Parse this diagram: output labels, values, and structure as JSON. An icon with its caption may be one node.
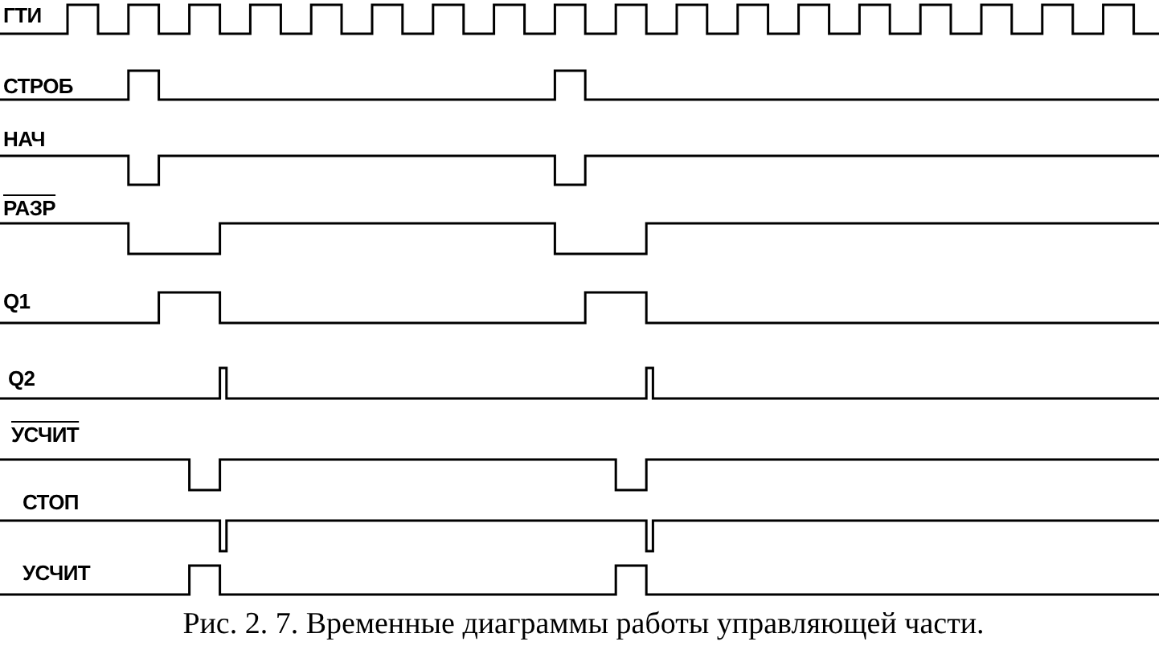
{
  "diagram": {
    "caption": "Рис. 2. 7. Временные диаграммы работы управляющей части.",
    "labels": [
      "ГТИ",
      "СТРОБ",
      "НАЧ",
      "РАЗР",
      "Q1",
      "Q2",
      "УСЧИТ",
      "СТОП",
      "УСЧИТ"
    ]
  }
}
